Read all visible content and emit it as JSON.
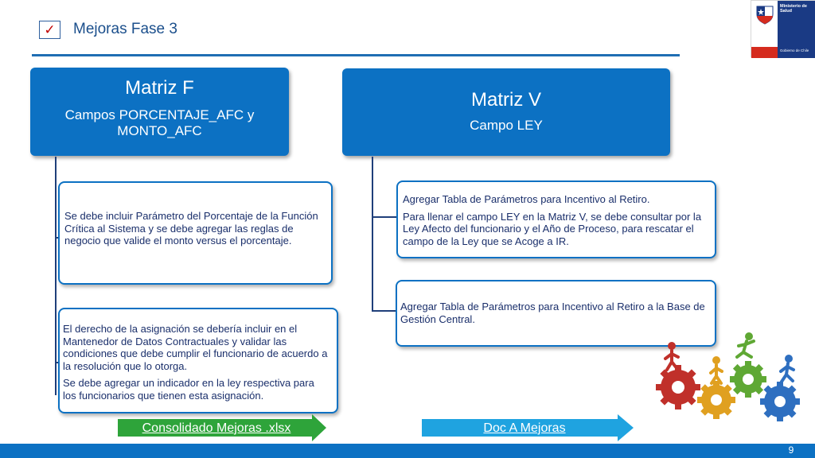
{
  "header": {
    "title": "Mejoras Fase 3",
    "check_glyph": "✓"
  },
  "logo": {
    "org_line1": "Ministerio de",
    "org_line2": "Salud",
    "gov": "Gobierno de Chile"
  },
  "left": {
    "title": "Matriz F",
    "subtitle": "Campos PORCENTAJE_AFC y MONTO_AFC",
    "card1": {
      "text": "Se debe incluir Parámetro del Porcentaje de la Función Crítica al Sistema y se debe agregar las reglas de negocio que valide el monto versus el porcentaje."
    },
    "card2": {
      "text1": "El derecho de la asignación se debería incluir en el Mantenedor de Datos Contractuales y validar las condiciones que debe cumplir el funcionario de acuerdo a la resolución que lo otorga.",
      "text2": "Se debe agregar un indicador en la ley respectiva para los funcionarios que tienen esta asignación."
    },
    "link": "Consolidado Mejoras .xlsx",
    "link_color": "#2ea43a"
  },
  "right": {
    "title": "Matriz V",
    "subtitle": "Campo LEY",
    "card1": {
      "text1": "Agregar Tabla de Parámetros para Incentivo al Retiro.",
      "text2": "Para llenar el campo LEY en la Matriz V, se debe consultar por la Ley Afecto del funcionario y el Año de Proceso, para rescatar el campo de la Ley que se Acoge a IR."
    },
    "card2": {
      "text": "Agregar Tabla de Parámetros para Incentivo al Retiro a la Base de Gestión Central."
    },
    "link": "Doc A Mejoras",
    "link_color": "#1fa3e0"
  },
  "footer": {
    "page": "9"
  },
  "colors": {
    "primary": "#0c71c3",
    "title": "#1b4f8c",
    "check": "#c00000"
  },
  "icons": {
    "check": "checkbox-icon",
    "gears": "teamwork-gears-icon",
    "logo": "government-shield-icon"
  }
}
